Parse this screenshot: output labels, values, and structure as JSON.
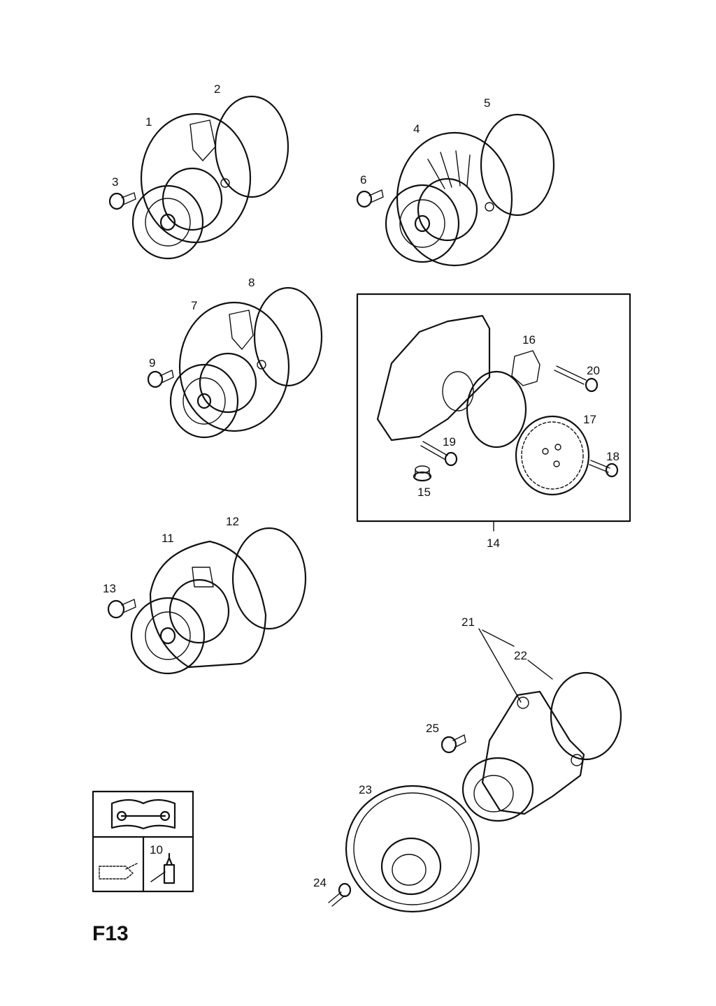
{
  "sheet": {
    "code": "F13"
  },
  "callouts": [
    {
      "n": "1"
    },
    {
      "n": "2"
    },
    {
      "n": "3"
    },
    {
      "n": "4"
    },
    {
      "n": "5"
    },
    {
      "n": "6"
    },
    {
      "n": "7"
    },
    {
      "n": "8"
    },
    {
      "n": "9"
    },
    {
      "n": "10"
    },
    {
      "n": "11"
    },
    {
      "n": "12"
    },
    {
      "n": "13"
    },
    {
      "n": "14"
    },
    {
      "n": "15"
    },
    {
      "n": "16"
    },
    {
      "n": "17"
    },
    {
      "n": "18"
    },
    {
      "n": "19"
    },
    {
      "n": "20"
    },
    {
      "n": "21"
    },
    {
      "n": "22"
    },
    {
      "n": "23"
    },
    {
      "n": "24"
    },
    {
      "n": "25"
    }
  ],
  "icons": {
    "manual": "manual-wrench-icon",
    "oil": "oil-can-icon",
    "sealant": "sealant-tube-icon"
  }
}
